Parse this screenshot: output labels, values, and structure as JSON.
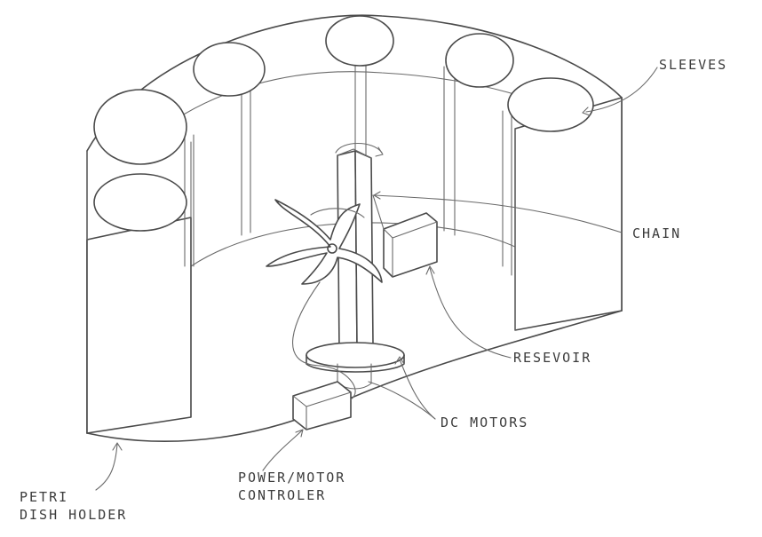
{
  "labels": {
    "sleeves": "SLEEVES",
    "chain": "CHAIN",
    "resevoir": "RESEVOIR",
    "dc_motors": "DC MOTORS",
    "power_controller_line1": "POWER/MOTOR",
    "power_controller_line2": "CONTROLER",
    "petri_line1": "PETRI",
    "petri_line2": "DISH HOLDER"
  },
  "colors": {
    "pencil": "#4a4a4a",
    "paper": "#ffffff"
  }
}
